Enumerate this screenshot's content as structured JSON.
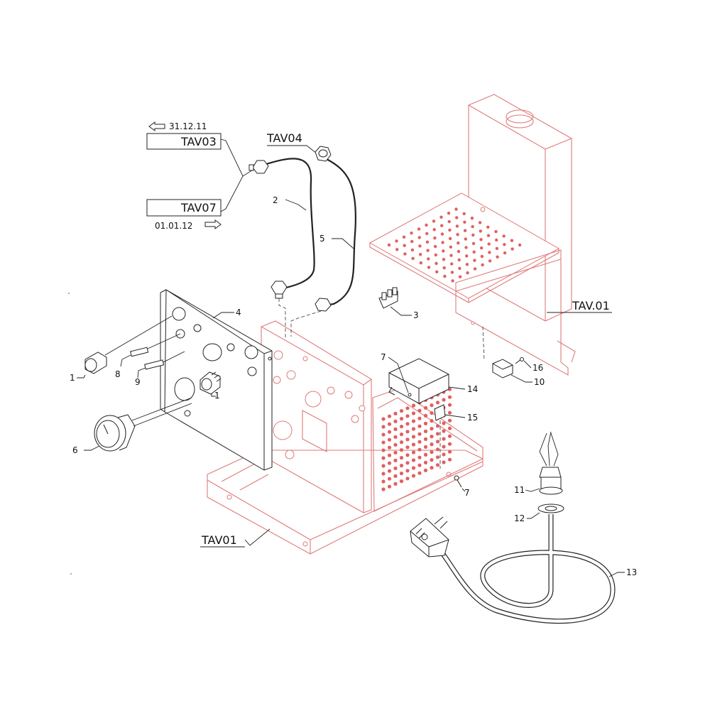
{
  "diagram": {
    "references": {
      "tav03": "TAV03",
      "tav07": "TAV07",
      "tav04": "TAV04",
      "tav_01": "TAV.01",
      "tav01": "TAV01",
      "date_before": "31.12.11",
      "date_after": "01.01.12"
    },
    "callouts": {
      "c1a": "1",
      "c1b": "1",
      "c2": "2",
      "c3": "3",
      "c4": "4",
      "c5": "5",
      "c6": "6",
      "c7a": "7",
      "c7b": "7",
      "c8": "8",
      "c9": "9",
      "c10": "10",
      "c11": "11",
      "c12": "12",
      "c13": "13",
      "c14": "14",
      "c15": "15",
      "c16": "16"
    },
    "colors": {
      "frame": "#e07a7a",
      "ink": "#222222"
    }
  }
}
